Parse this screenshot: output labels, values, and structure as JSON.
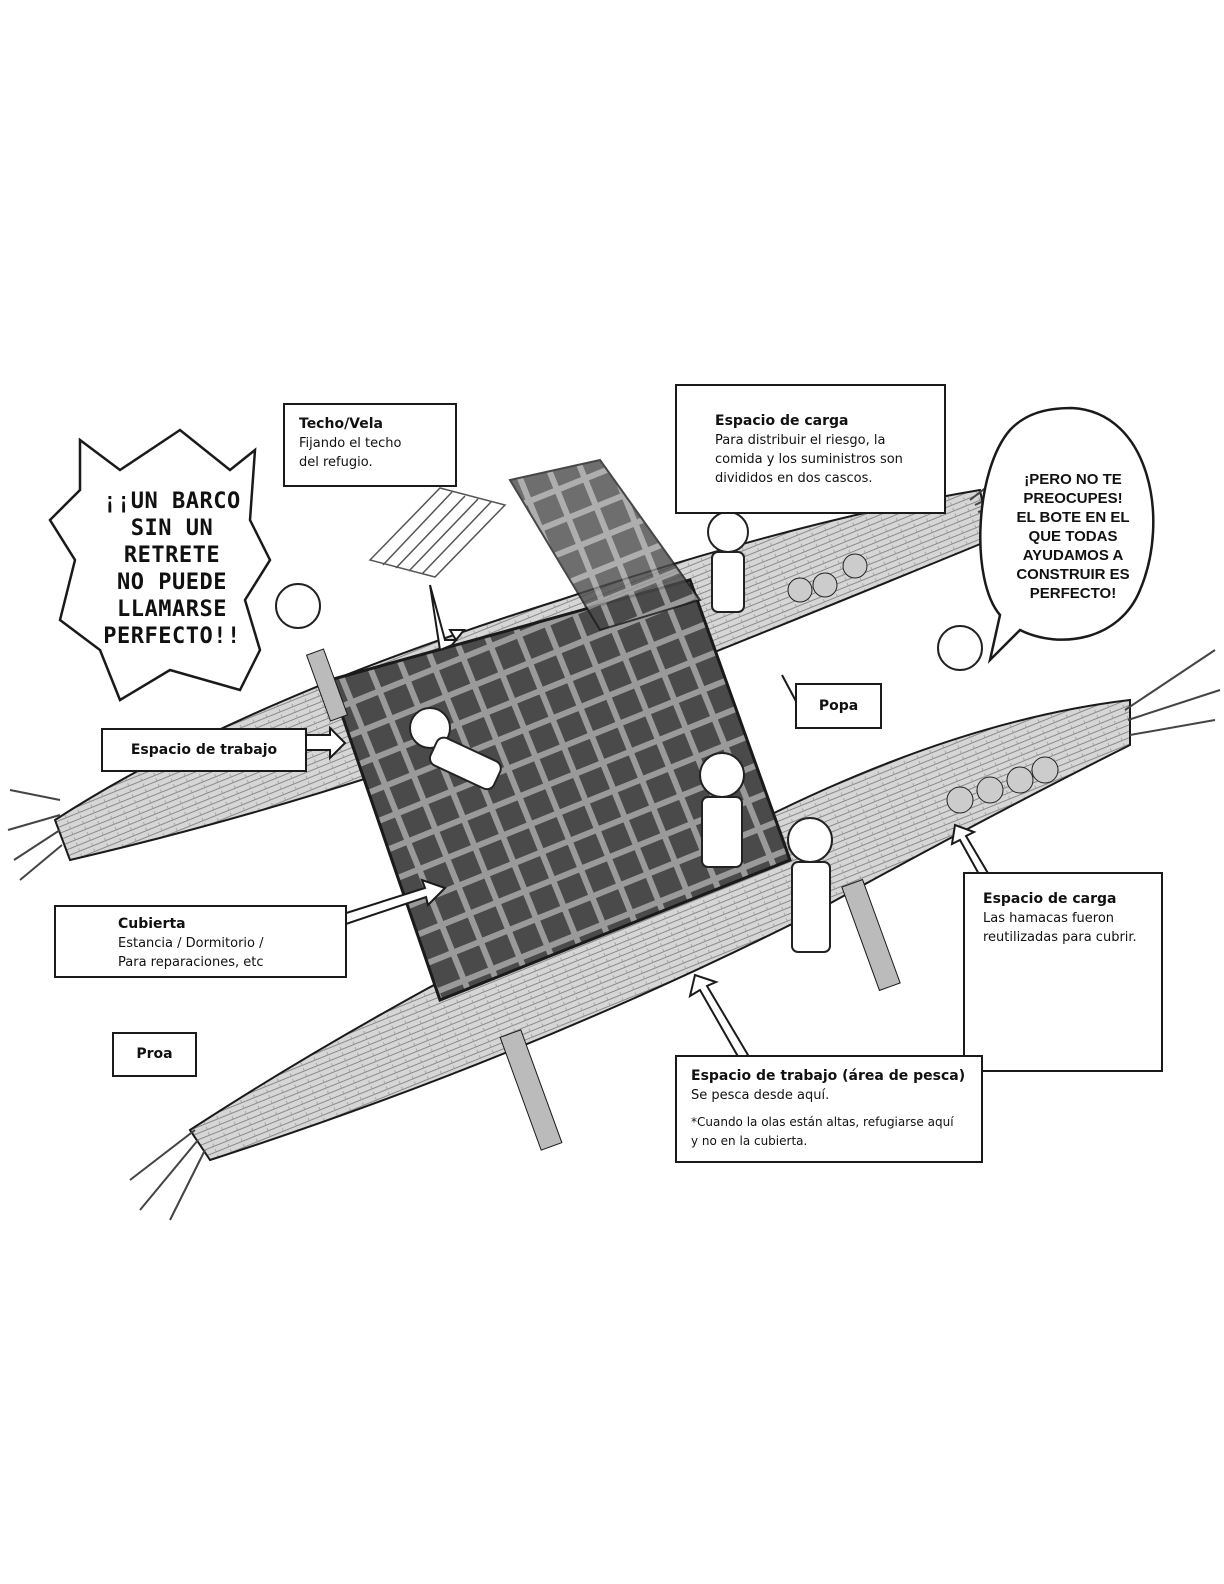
{
  "callouts": {
    "techo": {
      "title": "Techo/Vela",
      "body": "Fijando el techo\ndel refugio."
    },
    "carga_top": {
      "title": "Espacio de carga",
      "body": "Para distribuir el riesgo, la\ncomida y los suministros son\ndivididos en dos cascos."
    },
    "popa": {
      "label": "Popa"
    },
    "trabajo": {
      "label": "Espacio de trabajo"
    },
    "cubierta": {
      "title": "Cubierta",
      "body": "Estancia / Dormitorio /\nPara reparaciones, etc"
    },
    "proa": {
      "label": "Proa"
    },
    "carga_right": {
      "title": "Espacio de carga",
      "body": "Las hamacas fueron\nreutilizadas para cubrir."
    },
    "pesca": {
      "title": "Espacio de trabajo (área de pesca)",
      "body": "Se pesca desde aquí.",
      "note": "*Cuando la olas están altas, refugiarse aquí\ny no en la cubierta."
    }
  },
  "bubbles": {
    "left": "¡¡UN BARCO\nSIN UN\nRETRETE\nNO PUEDE\nLLAMARSE\nPERFECTO!!",
    "right": "¡PERO NO TE\nPREOCUPES!\nEL BOTE EN EL\nQUE TODAS\nAYUDAMOS A\nCONSTRUIR ES\nPERFECTO!"
  },
  "colors": {
    "ink": "#1a1a1a",
    "hull": "#c9c9c9",
    "deck": "#4a4a4a",
    "paper": "#ffffff"
  }
}
